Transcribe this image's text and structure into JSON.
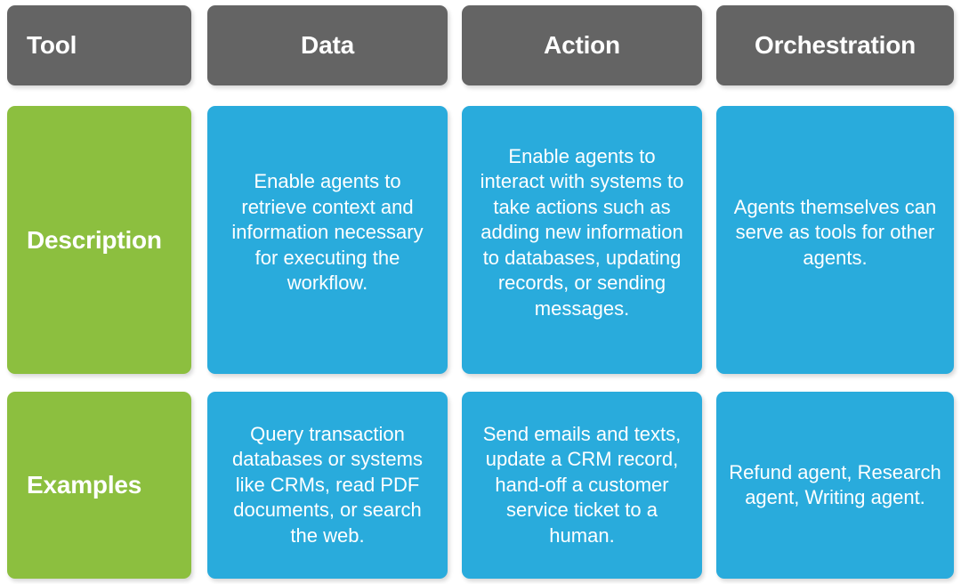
{
  "table": {
    "columns": [
      {
        "key": "tool",
        "label": "Tool",
        "align": "left"
      },
      {
        "key": "data",
        "label": "Data",
        "align": "center"
      },
      {
        "key": "action",
        "label": "Action",
        "align": "center"
      },
      {
        "key": "orchestration",
        "label": "Orchestration",
        "align": "center"
      }
    ],
    "rows": [
      {
        "key": "description",
        "label": "Description",
        "cells": [
          "Enable agents to retrieve context and information necessary for executing the workflow.",
          "Enable agents to interact with systems to take actions such as adding new information to databases, updating records, or sending messages.",
          "Agents themselves can serve as tools for other agents."
        ]
      },
      {
        "key": "examples",
        "label": "Examples",
        "cells": [
          "Query transaction databases or systems like CRMs, read PDF documents, or search the web.",
          "Send emails and texts, update a CRM record, hand-off a customer service ticket to a human.",
          "Refund agent, Research agent, Writing agent."
        ]
      }
    ]
  },
  "colors": {
    "header_fill": "#646464",
    "row_label_fill": "#8CBF3F",
    "body_fill": "#29ABDC",
    "text": "#FFFFFF",
    "background": "#FFFFFF"
  }
}
